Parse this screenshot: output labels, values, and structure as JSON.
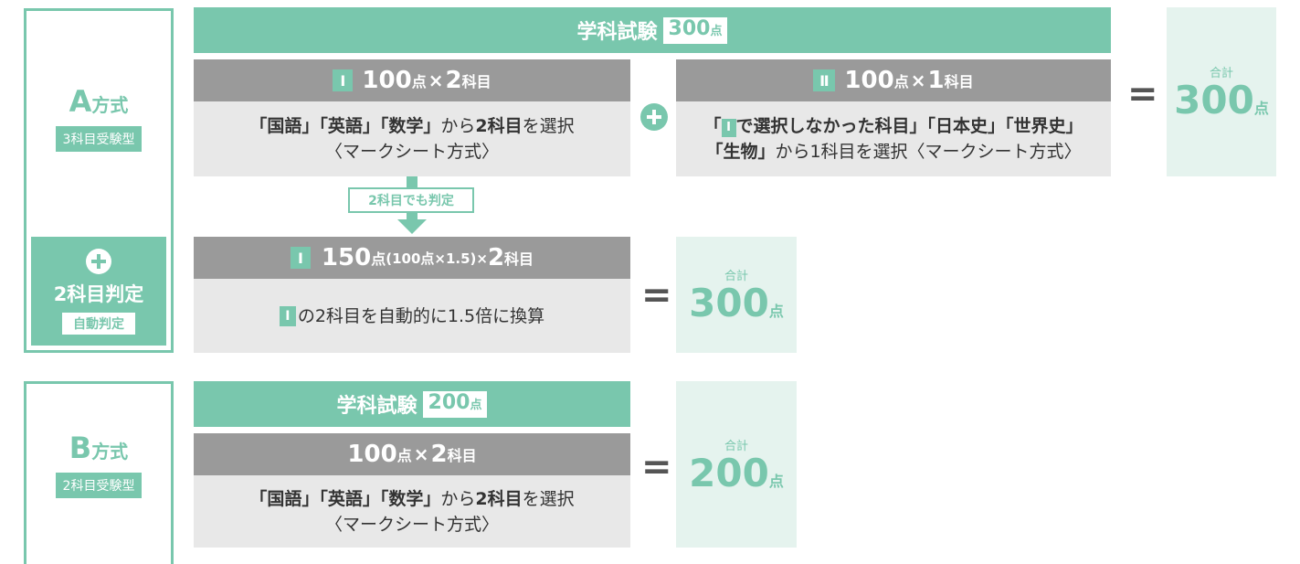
{
  "method_a": {
    "title": "A",
    "title_suffix": "方式",
    "badge": "3科目受験型",
    "header": {
      "label": "学科試験",
      "points": "300",
      "unit": "点"
    },
    "part1": {
      "roman": "Ⅰ",
      "num1": "100",
      "unit1": "点",
      "times": "×",
      "num2": "2",
      "unit2": "科目",
      "desc_line1_bold1": "「国語」「英語」「数学」",
      "desc_line1_mid": "から",
      "desc_line1_bold2": "2科目",
      "desc_line1_end": "を選択",
      "desc_line2": "〈マークシート方式〉"
    },
    "part2": {
      "roman": "Ⅱ",
      "num1": "100",
      "unit1": "点",
      "times": "×",
      "num2": "1",
      "unit2": "科目",
      "desc_line1_pre": "「",
      "desc_line1_roman": "Ⅰ",
      "desc_line1_bold": "で選択しなかった科目」「日本史」「世界史」",
      "desc_line2_bold": "「生物」",
      "desc_line2_rest": "から1科目を選択〈マークシート方式〉"
    },
    "total": {
      "label": "合計",
      "value": "300",
      "unit": "点"
    }
  },
  "judge": {
    "arrow_label": "2科目でも判定",
    "side_title": "2科目判定",
    "side_badge": "自動判定",
    "header_roman": "Ⅰ",
    "header_num": "150",
    "header_unit": "点",
    "header_paren": "(100点×1.5)×",
    "header_num2": "2",
    "header_unit2": "科目",
    "desc_roman": "Ⅰ",
    "desc_text": "の2科目を自動的に1.5倍に換算",
    "total": {
      "label": "合計",
      "value": "300",
      "unit": "点"
    }
  },
  "method_b": {
    "title": "B",
    "title_suffix": "方式",
    "badge": "2科目受験型",
    "header": {
      "label": "学科試験",
      "points": "200",
      "unit": "点"
    },
    "part": {
      "num1": "100",
      "unit1": "点",
      "times": "×",
      "num2": "2",
      "unit2": "科目",
      "desc_line1_bold1": "「国語」「英語」「数学」",
      "desc_line1_mid": "から",
      "desc_line1_bold2": "2科目",
      "desc_line1_end": "を選択",
      "desc_line2": "〈マークシート方式〉"
    },
    "total": {
      "label": "合計",
      "value": "200",
      "unit": "点"
    }
  },
  "symbols": {
    "equals": "="
  },
  "colors": {
    "accent": "#79c7ad",
    "grey_header": "#9a9a9a",
    "grey_body": "#e8e8e8",
    "total_bg": "#e5f3ee"
  }
}
